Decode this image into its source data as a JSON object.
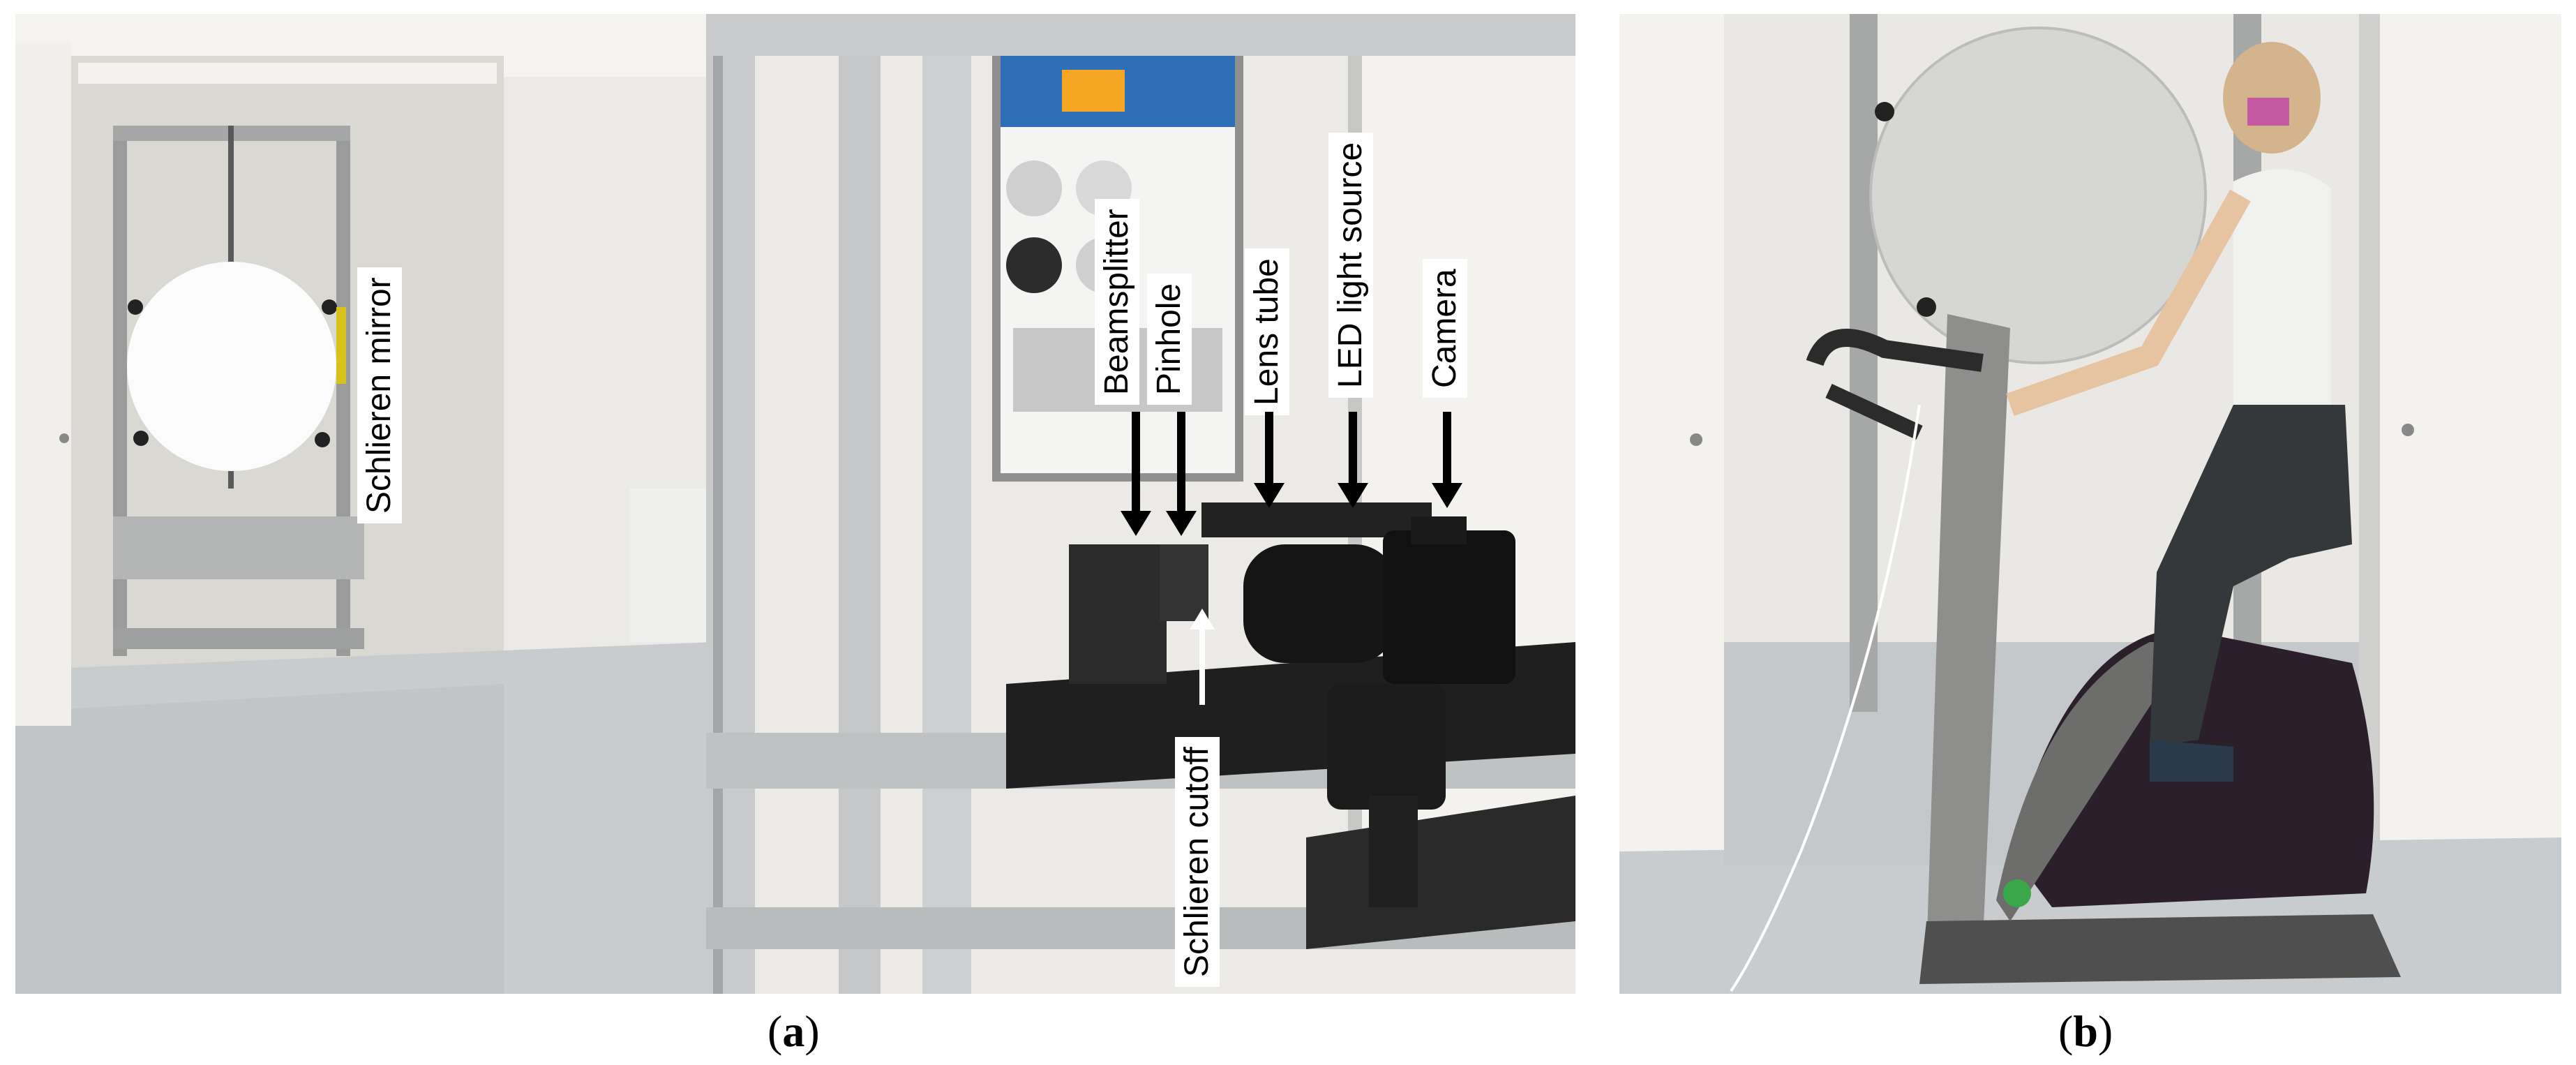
{
  "figure": {
    "panel_a": {
      "caption_open": "(",
      "caption_letter": "a",
      "caption_close": ")",
      "labels": {
        "schlieren_mirror": "Schlieren mirror",
        "beamsplitter": "Beamsplitter",
        "pinhole": "Pinhole",
        "lens_tube": "Lens tube",
        "led_light_source": "LED light source",
        "camera": "Camera",
        "schlieren_cutoff": "Schlieren cutoff"
      }
    },
    "panel_b": {
      "caption_open": "(",
      "caption_letter": "b",
      "caption_close": ")"
    }
  }
}
